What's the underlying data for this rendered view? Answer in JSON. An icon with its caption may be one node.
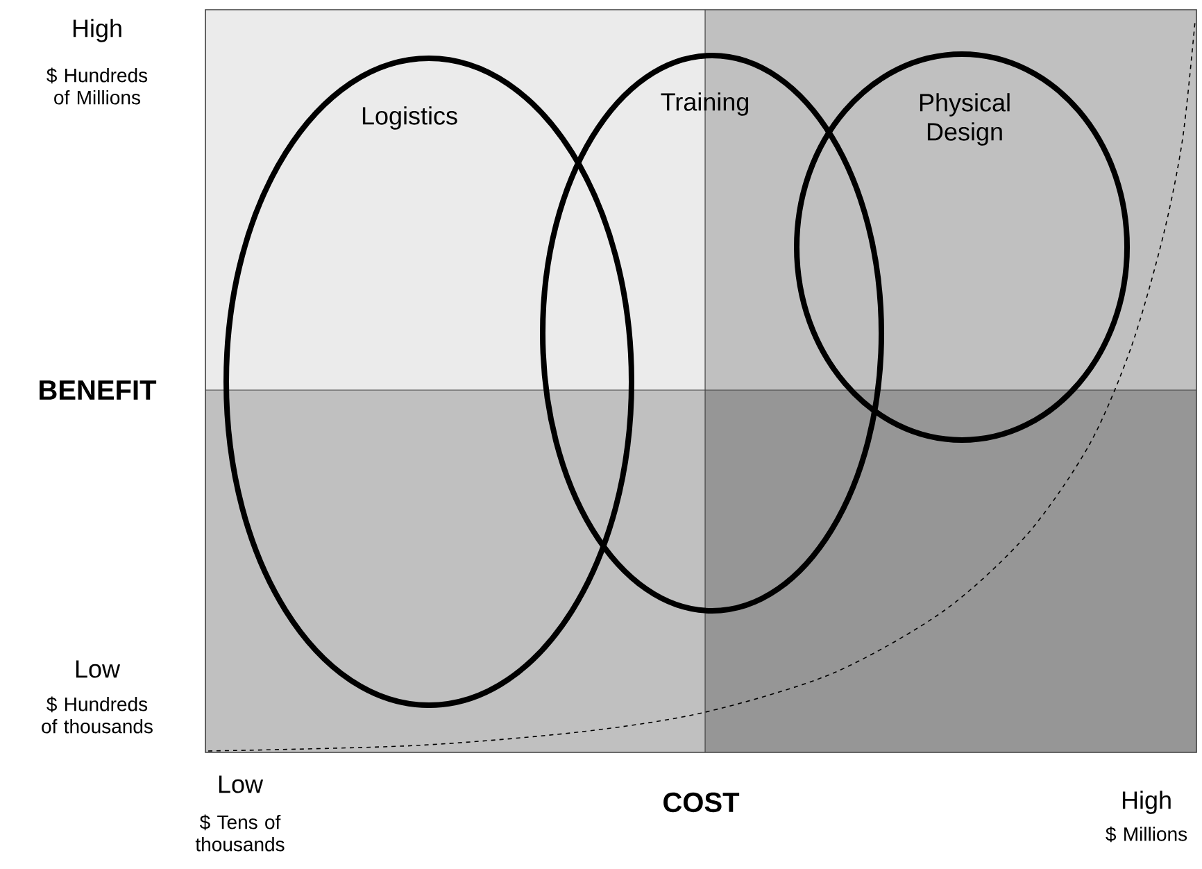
{
  "diagram": {
    "nodes": [
      {
        "text": [
          "Logistics"
        ]
      },
      {
        "text": [
          "Training"
        ]
      },
      {
        "text": [
          "Physical Design"
        ]
      }
    ],
    "labels": [
      "High",
      "$ Hundreds of Millions",
      "BENEFIT",
      "Low",
      "$ Hundreds of thousands",
      "Low",
      "$ Tens of thousands",
      "COST",
      "High",
      "$ Millions"
    ]
  }
}
